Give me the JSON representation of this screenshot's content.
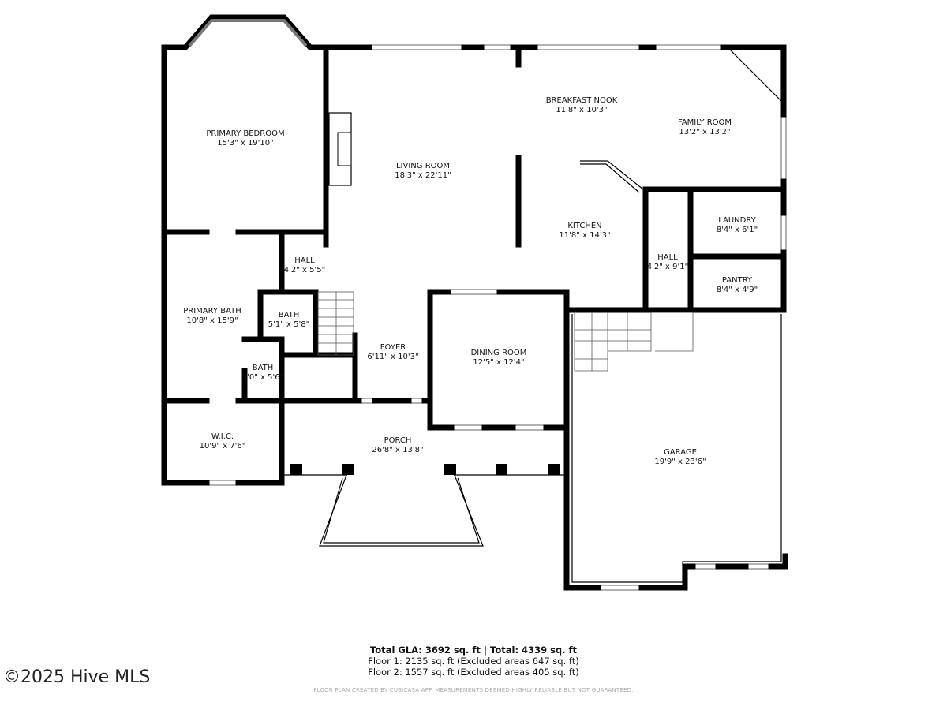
{
  "rooms": [
    {
      "name": "PRIMARY BEDROOM",
      "size": "15'3\" x 19'10\""
    },
    {
      "name": "LIVING ROOM",
      "size": "18'3\" x 22'11\""
    },
    {
      "name": "BREAKFAST NOOK",
      "size": "11'8\" x 10'3\""
    },
    {
      "name": "FAMILY ROOM",
      "size": "13'2\" x 13'2\""
    },
    {
      "name": "KITCHEN",
      "size": "11'8\" x 14'3\""
    },
    {
      "name": "LAUNDRY",
      "size": "8'4\" x 6'1\""
    },
    {
      "name": "HALL",
      "size": "4'2\" x 9'1\""
    },
    {
      "name": "PANTRY",
      "size": "8'4\" x 4'9\""
    },
    {
      "name": "HALL",
      "size": "4'2\" x 5'5\""
    },
    {
      "name": "PRIMARY BATH",
      "size": "10'8\" x 15'9\""
    },
    {
      "name": "BATH",
      "size": "5'1\" x 5'8\""
    },
    {
      "name": "BATH",
      "size": "3'0\" x 5'6\""
    },
    {
      "name": "FOYER",
      "size": "6'11\" x 10'3\""
    },
    {
      "name": "DINING ROOM",
      "size": "12'5\" x 12'4\""
    },
    {
      "name": "W.I.C.",
      "size": "10'9\" x 7'6\""
    },
    {
      "name": "PORCH",
      "size": "26'8\" x 13'8\""
    },
    {
      "name": "GARAGE",
      "size": "19'9\" x 23'6\""
    }
  ],
  "summary": {
    "total": "Total GLA: 3692 sq. ft | Total: 4339 sq. ft",
    "floor1": "Floor 1: 2135 sq. ft (Excluded areas 647 sq. ft)",
    "floor2": "Floor 2: 1557 sq. ft (Excluded areas 405 sq. ft)",
    "disclaimer": "FLOOR PLAN CREATED BY CUBICASA APP. MEASUREMENTS DEEMED HIGHLY RELIABLE BUT NOT GUARANTEED."
  },
  "watermark": "©2025 Hive MLS"
}
